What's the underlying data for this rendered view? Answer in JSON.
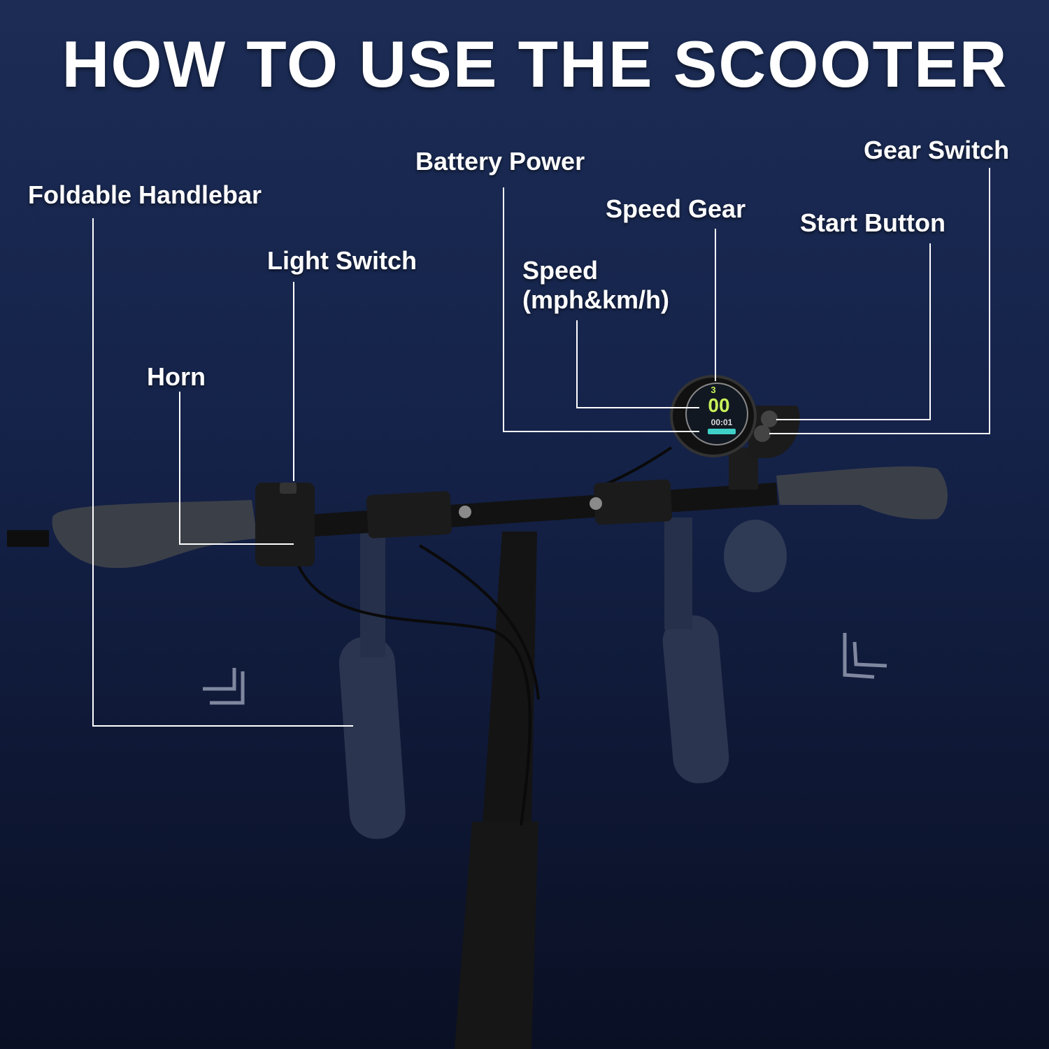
{
  "title": "HOW TO USE THE SCOOTER",
  "labels": {
    "foldable_handlebar": "Foldable Handlebar",
    "horn": "Horn",
    "light_switch": "Light Switch",
    "battery_power": "Battery Power",
    "speed_line1": "Speed",
    "speed_line2": "(mph&km/h)",
    "speed_gear": "Speed Gear",
    "start_button": "Start Button",
    "gear_switch": "Gear Switch"
  },
  "display": {
    "gear": "3",
    "speed": "00",
    "time": "00:01"
  },
  "colors": {
    "background_top": "#1c2c55",
    "background_bottom": "#0a1024",
    "leader_line": "#ffffff",
    "display_green": "#c8f05a",
    "battery_bar": "#3fd0c8"
  }
}
